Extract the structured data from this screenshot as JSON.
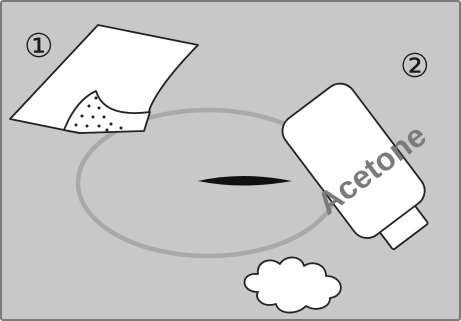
{
  "colors": {
    "background": "#c8c8c8",
    "frame": "#7a7a7a",
    "stain_ring": "#a9a9a9",
    "slit": "#111111",
    "outline": "#222222",
    "fill_white": "#ffffff",
    "label_text": "#7b7b7b"
  },
  "steps": [
    {
      "number": "①",
      "description_icon": "paper-sheet-with-peeled-corner"
    },
    {
      "number": "②",
      "description_icon": "acetone-bottle-pouring"
    }
  ],
  "bottle": {
    "label": "Acetone"
  }
}
